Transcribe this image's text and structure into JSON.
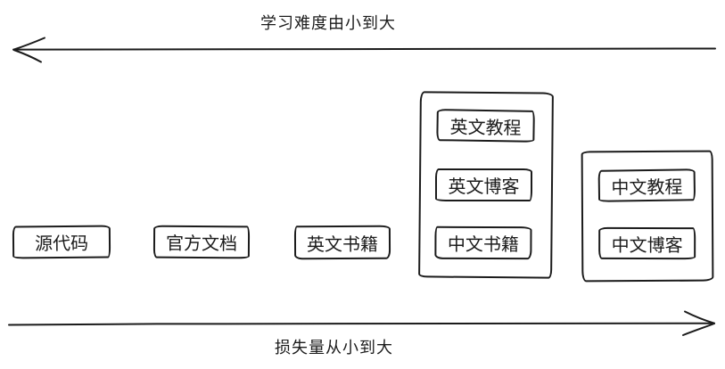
{
  "colors": {
    "ink": "#1b1b1b",
    "background": "#ffffff"
  },
  "axes": {
    "difficulty": {
      "label": "学习难度由小到大",
      "direction": "left"
    },
    "loss": {
      "label": "损失量从小到大",
      "direction": "right"
    }
  },
  "standalone_boxes": [
    {
      "label": "源代码"
    },
    {
      "label": "官方文档"
    },
    {
      "label": "英文书籍"
    }
  ],
  "groups": [
    {
      "name": "english-resources-group",
      "items": [
        {
          "label": "英文教程"
        },
        {
          "label": "英文博客"
        },
        {
          "label": "中文书籍"
        }
      ]
    },
    {
      "name": "chinese-resources-group",
      "items": [
        {
          "label": "中文教程"
        },
        {
          "label": "中文博客"
        }
      ]
    }
  ]
}
